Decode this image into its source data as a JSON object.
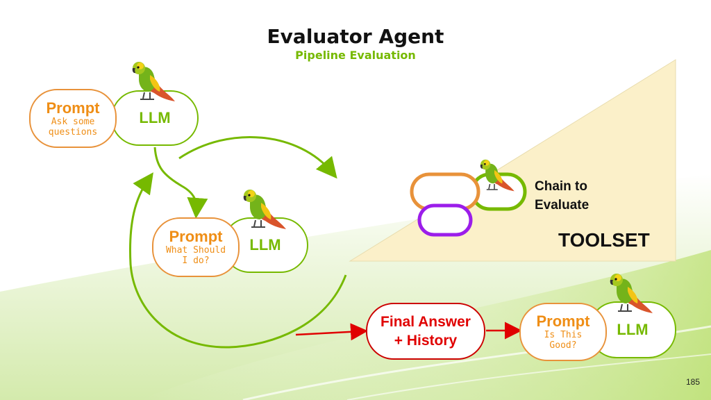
{
  "slide": {
    "title": "Evaluator Agent",
    "subtitle": "Pipeline Evaluation",
    "page_number": "185"
  },
  "agent": {
    "prompt_title": "Prompt",
    "prompt_text_line1": "Ask some",
    "prompt_text_line2": "questions",
    "llm_label": "LLM"
  },
  "step2": {
    "prompt_title": "Prompt",
    "prompt_text_line1": "What Should",
    "prompt_text_line2": "I do?",
    "llm_label": "LLM"
  },
  "toolset": {
    "chain_label_line1": "Chain to",
    "chain_label_line2": "Evaluate",
    "label": "TOOLSET"
  },
  "final_answer": {
    "line1": "Final Answer",
    "line2": "+ History"
  },
  "evaluator": {
    "prompt_title": "Prompt",
    "prompt_text_line1": "Is This",
    "prompt_text_line2": "Good?",
    "llm_label": "LLM"
  },
  "colors": {
    "green": "#76b900",
    "orange": "#e8923a",
    "purple": "#9b1dea",
    "red": "#cc0000",
    "toolset_fill": "#fbf0c9"
  },
  "icons": [
    "parrot-icon"
  ]
}
